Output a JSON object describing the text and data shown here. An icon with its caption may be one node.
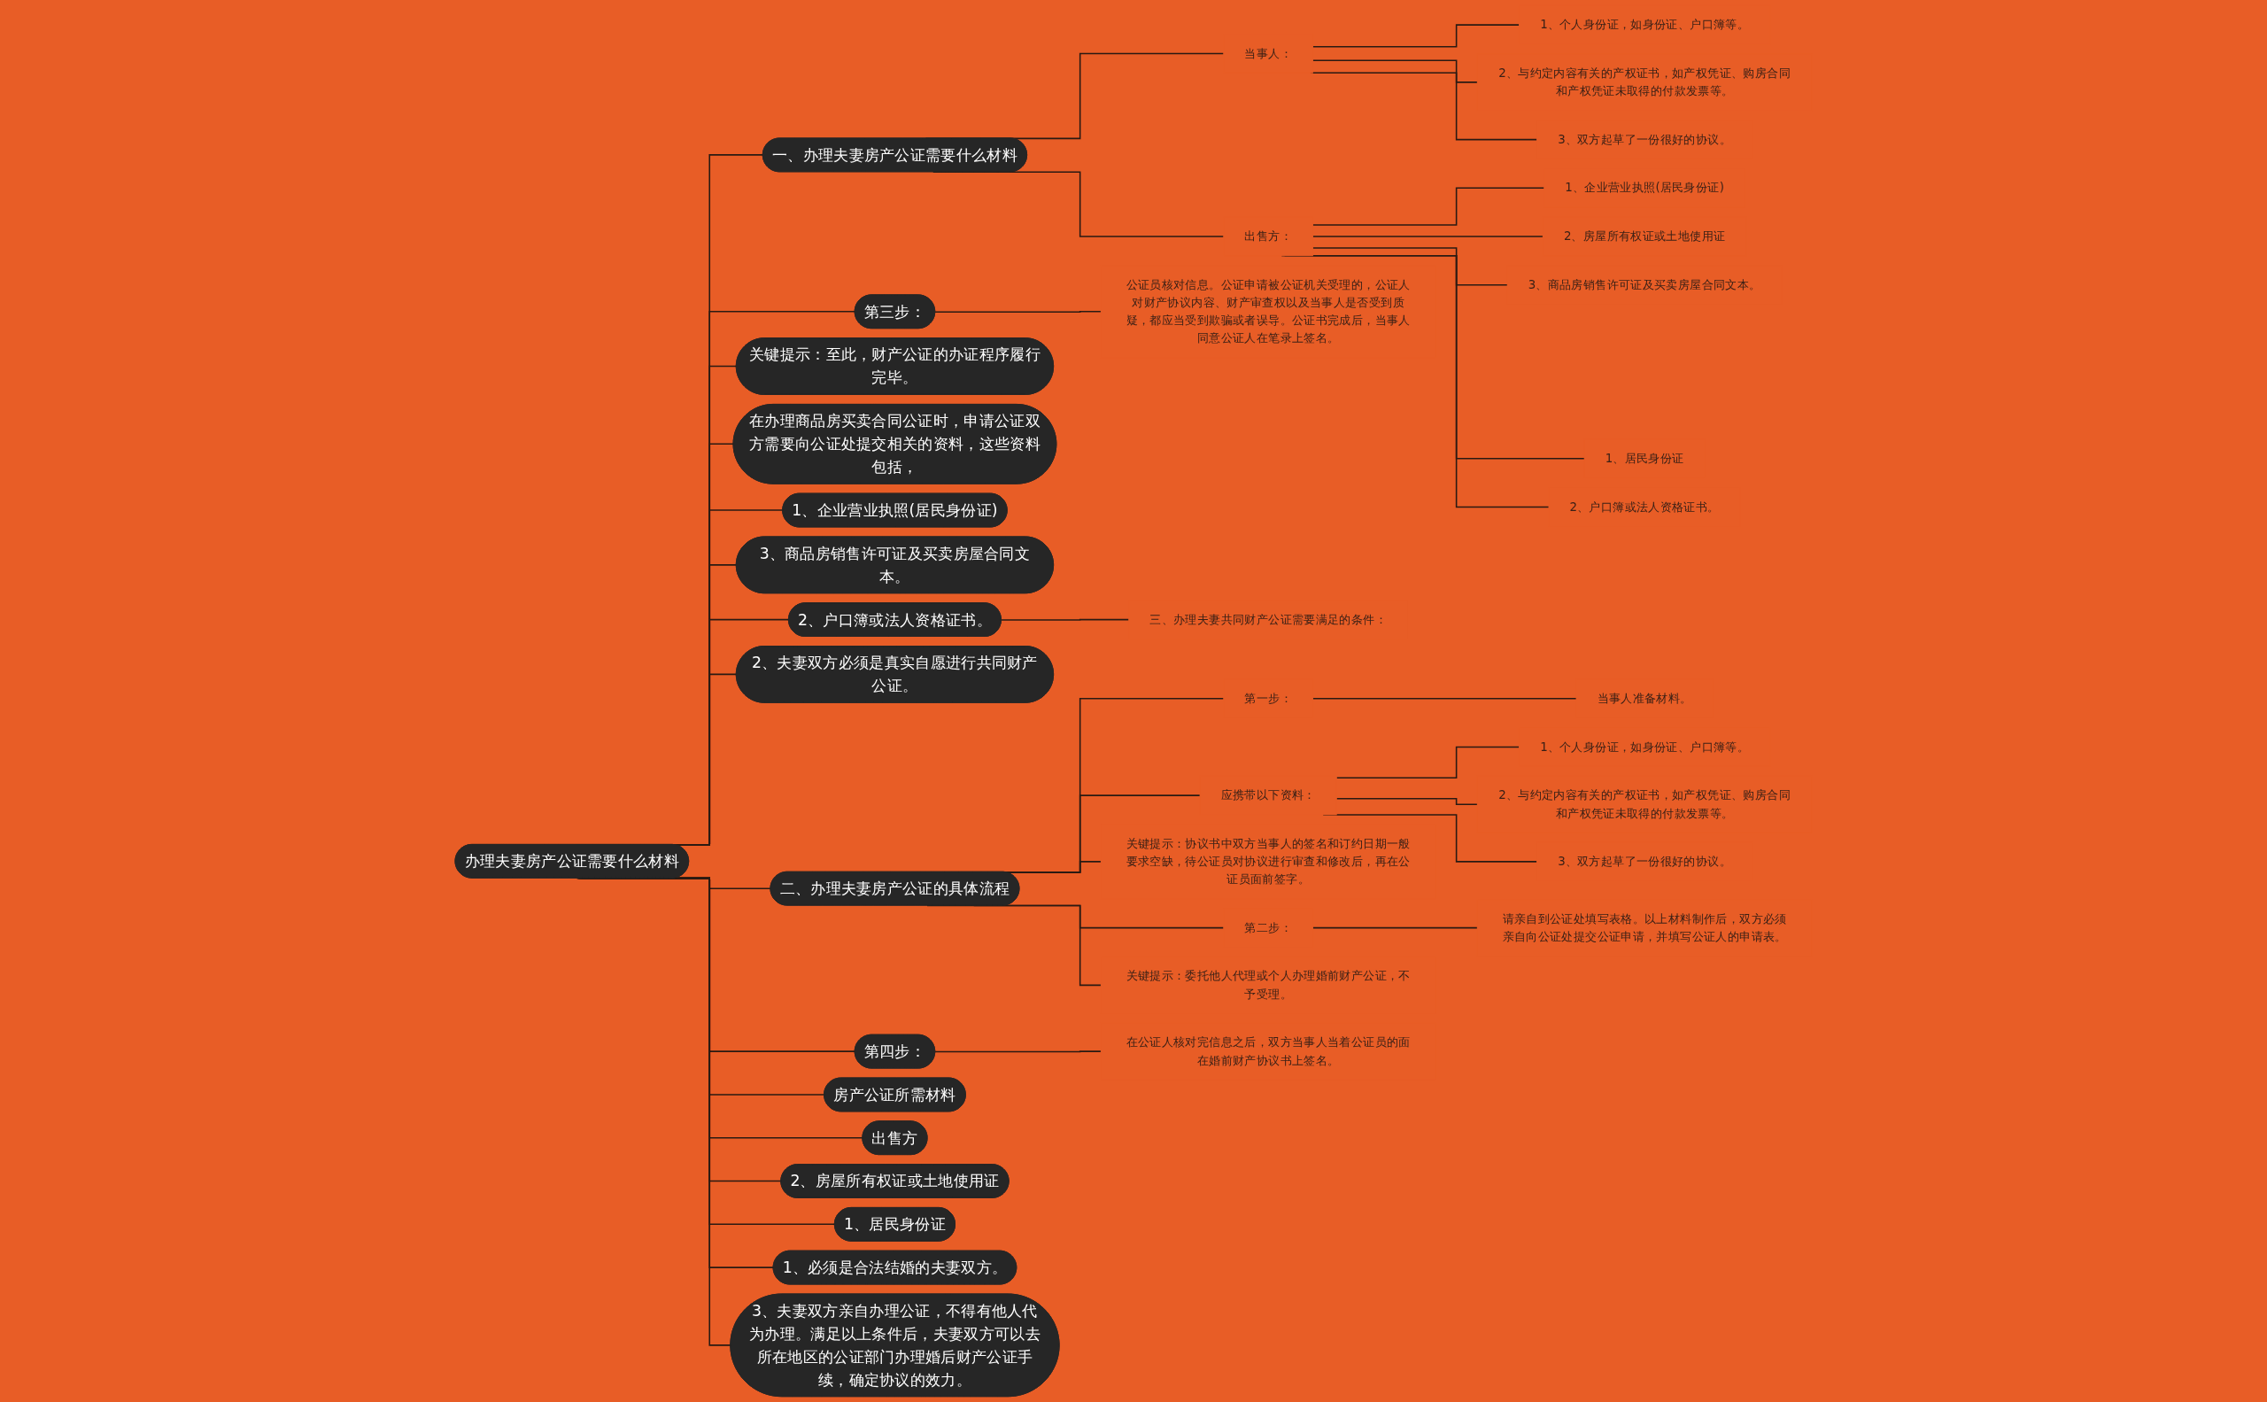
{
  "diagram": {
    "nodes": [
      {
        "text": [
          "办理夫妻房产公证需要什么材料"
        ]
      },
      {
        "text": [
          "一、办理夫妻房产公证需要什么材料"
        ]
      },
      {
        "text": [
          "当事人："
        ]
      },
      {
        "text": [
          "1、个人身份证，如身份证、户口簿等。"
        ]
      },
      {
        "text": [
          "2、与约定内容有关的产权证书，如产权凭证、购房合同和产权凭证未取得的付款发票等。"
        ]
      },
      {
        "text": [
          "3、双方起草了一份很好的协议。"
        ]
      },
      {
        "text": [
          "出售方："
        ]
      },
      {
        "text": [
          "1、企业营业执照(居民身份证)"
        ]
      },
      {
        "text": [
          "2、房屋所有权证或土地使用证"
        ]
      },
      {
        "text": [
          "3、商品房销售许可证及买卖房屋合同文本。"
        ]
      },
      {
        "text": [
          "1、居民身份证"
        ]
      },
      {
        "text": [
          "2、户口簿或法人资格证书。"
        ]
      },
      {
        "text": [
          "第三步："
        ]
      },
      {
        "text": [
          "公证员核对信息。公证申请被公证机关受理的，公证人对财产协议内容、财产审查权以及当事人是否受到质疑，都应当受到欺骗或者误导。公证书完成后，当事人同意公证人在笔录上签名。"
        ]
      },
      {
        "text": [
          "关键提示：至此，财产公证的办证程序履行完毕。"
        ]
      },
      {
        "text": [
          "在办理商品房买卖合同公证时，申请公证双方需要向公证处提交相关的资料，这些资料包括，"
        ]
      },
      {
        "text": [
          "1、企业营业执照(居民身份证)"
        ]
      },
      {
        "text": [
          "3、商品房销售许可证及买卖房屋合同文本。"
        ]
      },
      {
        "text": [
          "2、户口簿或法人资格证书。"
        ]
      },
      {
        "text": [
          "三、办理夫妻共同财产公证需要满足的条件："
        ]
      },
      {
        "text": [
          "2、夫妻双方必须是真实自愿进行共同财产公证。"
        ]
      },
      {
        "text": [
          "二、办理夫妻房产公证的具体流程"
        ]
      },
      {
        "text": [
          "第一步："
        ]
      },
      {
        "text": [
          "当事人准备材料。"
        ]
      },
      {
        "text": [
          "应携带以下资料："
        ]
      },
      {
        "text": [
          "1、个人身份证，如身份证、户口簿等。"
        ]
      },
      {
        "text": [
          "2、与约定内容有关的产权证书，如产权凭证、购房合同和产权凭证未取得的付款发票等。"
        ]
      },
      {
        "text": [
          "3、双方起草了一份很好的协议。"
        ]
      },
      {
        "text": [
          "关键提示：协议书中双方当事人的签名和订约日期一般要求空缺，待公证员对协议进行审查和修改后，再在公证员面前签字。"
        ]
      },
      {
        "text": [
          "第二步："
        ]
      },
      {
        "text": [
          "请亲自到公证处填写表格。以上材料制作后，双方必须亲自向公证处提交公证申请，并填写公证人的申请表。"
        ]
      },
      {
        "text": [
          "关键提示：委托他人代理或个人办理婚前财产公证，不予受理。"
        ]
      },
      {
        "text": [
          "第四步："
        ]
      },
      {
        "text": [
          "在公证人核对完信息之后，双方当事人当着公证员的面在婚前财产协议书上签名。"
        ]
      },
      {
        "text": [
          "房产公证所需材料"
        ]
      },
      {
        "text": [
          "出售方"
        ]
      },
      {
        "text": [
          "2、房屋所有权证或土地使用证"
        ]
      },
      {
        "text": [
          "1、居民身份证"
        ]
      },
      {
        "text": [
          "1、必须是合法结婚的夫妻双方。"
        ]
      },
      {
        "text": [
          "3、夫妻双方亲自办理公证，不得有他人代为办理。满足以上条件后，夫妻双方可以去所在地区的公证部门办理婚后财产公证手续，确定协议的效力。"
        ]
      }
    ],
    "edges": [
      {
        "from": 0,
        "to": 1,
        "arrow": "none"
      },
      {
        "from": 1,
        "to": 2,
        "arrow": "none"
      },
      {
        "from": 2,
        "to": 3,
        "arrow": "none"
      },
      {
        "from": 2,
        "to": 4,
        "arrow": "none"
      },
      {
        "from": 2,
        "to": 5,
        "arrow": "none"
      },
      {
        "from": 1,
        "to": 6,
        "arrow": "none"
      },
      {
        "from": 6,
        "to": 7,
        "arrow": "none"
      },
      {
        "from": 6,
        "to": 8,
        "arrow": "none"
      },
      {
        "from": 6,
        "to": 9,
        "arrow": "none"
      },
      {
        "from": 6,
        "to": 10,
        "arrow": "none"
      },
      {
        "from": 6,
        "to": 11,
        "arrow": "none"
      },
      {
        "from": 0,
        "to": 12,
        "arrow": "none"
      },
      {
        "from": 12,
        "to": 13,
        "arrow": "none"
      },
      {
        "from": 0,
        "to": 14,
        "arrow": "none"
      },
      {
        "from": 0,
        "to": 15,
        "arrow": "none"
      },
      {
        "from": 0,
        "to": 16,
        "arrow": "none"
      },
      {
        "from": 0,
        "to": 17,
        "arrow": "none"
      },
      {
        "from": 0,
        "to": 18,
        "arrow": "none"
      },
      {
        "from": 18,
        "to": 19,
        "arrow": "none"
      },
      {
        "from": 0,
        "to": 20,
        "arrow": "none"
      },
      {
        "from": 0,
        "to": 21,
        "arrow": "none"
      },
      {
        "from": 21,
        "to": 22,
        "arrow": "none"
      },
      {
        "from": 22,
        "to": 23,
        "arrow": "none"
      },
      {
        "from": 21,
        "to": 24,
        "arrow": "none"
      },
      {
        "from": 24,
        "to": 25,
        "arrow": "none"
      },
      {
        "from": 24,
        "to": 26,
        "arrow": "none"
      },
      {
        "from": 24,
        "to": 27,
        "arrow": "none"
      },
      {
        "from": 21,
        "to": 28,
        "arrow": "none"
      },
      {
        "from": 21,
        "to": 29,
        "arrow": "none"
      },
      {
        "from": 29,
        "to": 30,
        "arrow": "none"
      },
      {
        "from": 21,
        "to": 31,
        "arrow": "none"
      },
      {
        "from": 0,
        "to": 32,
        "arrow": "none"
      },
      {
        "from": 32,
        "to": 33,
        "arrow": "none"
      },
      {
        "from": 0,
        "to": 34,
        "arrow": "none"
      },
      {
        "from": 0,
        "to": 35,
        "arrow": "none"
      },
      {
        "from": 0,
        "to": 36,
        "arrow": "none"
      },
      {
        "from": 0,
        "to": 37,
        "arrow": "none"
      },
      {
        "from": 0,
        "to": 38,
        "arrow": "none"
      },
      {
        "from": 0,
        "to": 39,
        "arrow": "none"
      }
    ]
  }
}
